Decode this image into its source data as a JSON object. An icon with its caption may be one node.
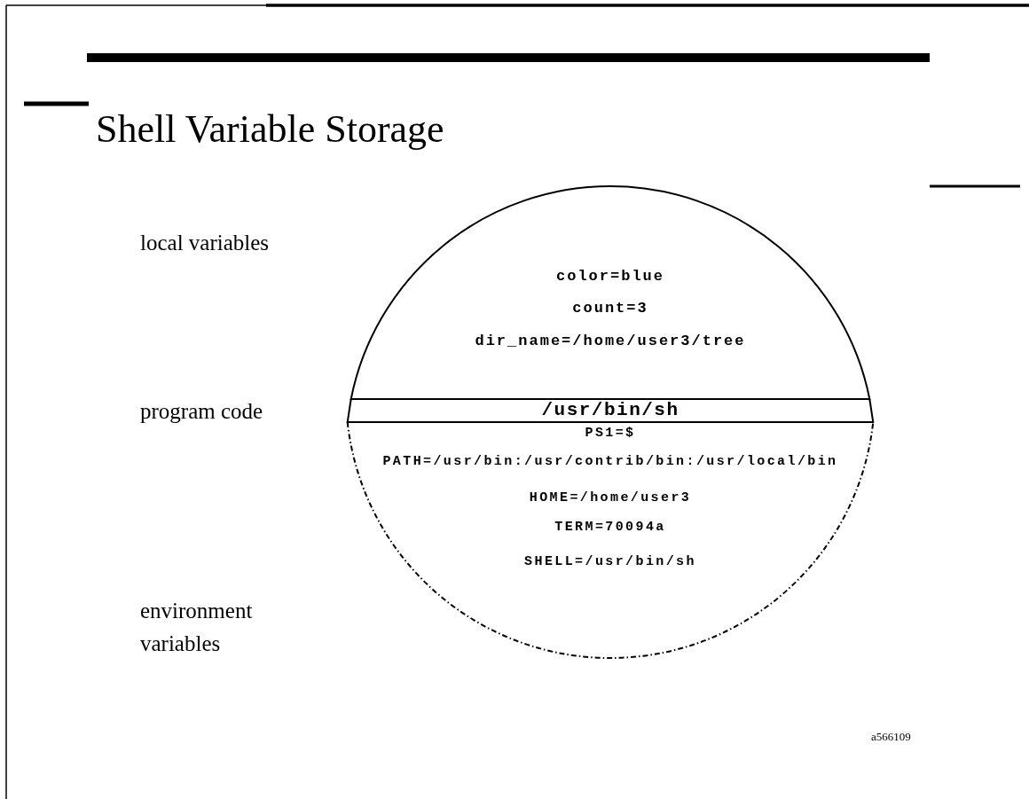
{
  "diagram": {
    "title": "Shell Variable Storage",
    "nodes": [
      {
        "text": [
          "color=blue",
          "count=3",
          "dir_name=/home/user3/tree"
        ]
      },
      {
        "text": [
          "/usr/bin/sh"
        ]
      },
      {
        "text": [
          "PS1=$",
          "PATH=/usr/bin:/usr/contrib/bin:/usr/local/bin",
          "HOME=/home/user3",
          "TERM=70094a",
          "SHELL=/usr/bin/sh"
        ]
      }
    ],
    "labels": [
      "local variables",
      "program code",
      "environment variables",
      "a566109"
    ]
  }
}
